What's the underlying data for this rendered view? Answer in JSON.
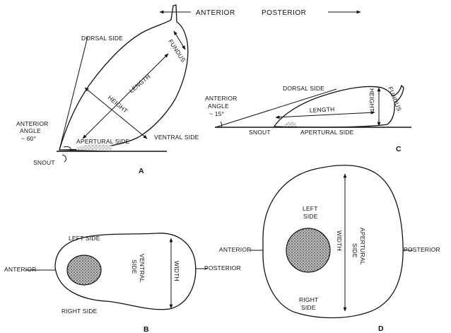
{
  "direction_bar": {
    "anterior": "ANTERIOR",
    "posterior": "POSTERIOR"
  },
  "panel_a": {
    "letter": "A",
    "dorsal_side": "DORSAL SIDE",
    "fundus": "FUNDUS",
    "length": "LENGTH",
    "height": "HEIGHT",
    "anterior": "ANTERIOR",
    "angle": "ANGLE",
    "angle_value": "~ 60°",
    "apertural_side": "APERTURAL SIDE",
    "ventral_side": "VENTRAL SIDE",
    "snout": "SNOUT"
  },
  "panel_c": {
    "letter": "C",
    "dorsal_side": "DORSAL SIDE",
    "height": "HEIGHT",
    "fundus": "FUNDUS",
    "anterior": "ANTERIOR",
    "angle": "ANGLE",
    "angle_value": "~ 15°",
    "length": "LENGTH",
    "snout": "SNOUT",
    "apertural_side": "APERTURAL SIDE"
  },
  "panel_b": {
    "letter": "B",
    "left_side": "LEFT SIDE",
    "anterior": "ANTERIOR",
    "ventral": "VENTRAL",
    "side": "SIDE",
    "width": "WIDTH",
    "posterior": "POSTERIOR",
    "right_side": "RIGHT SIDE"
  },
  "panel_d": {
    "letter": "D",
    "left": "LEFT",
    "side_top": "SIDE",
    "anterior": "ANTERIOR",
    "width": "WIDTH",
    "apertural": "APERTURAL",
    "side_vert": "SIDE",
    "posterior": "POSTERIOR",
    "right": "RIGHT",
    "side_bottom": "SIDE"
  }
}
